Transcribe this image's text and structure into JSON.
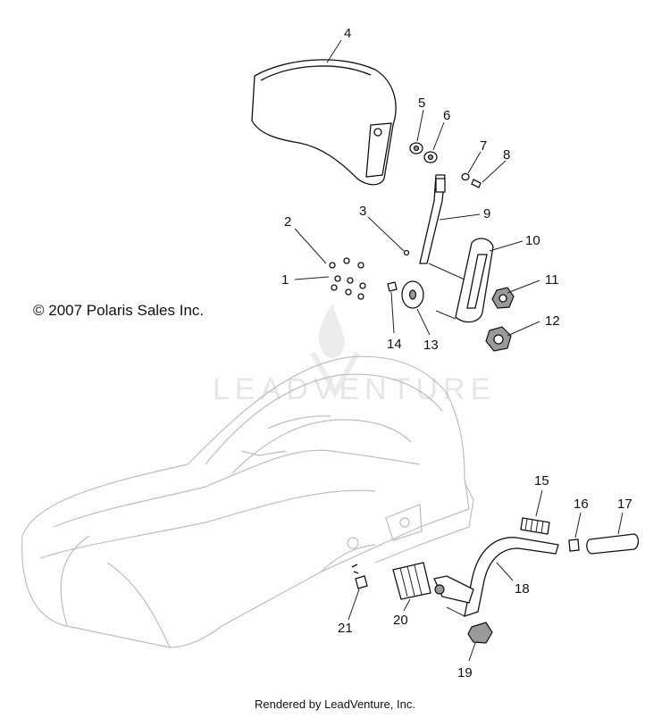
{
  "copyright": "© 2007 Polaris Sales Inc.",
  "footer": "Rendered by LeadVenture, Inc.",
  "watermark": "LEADVENTURE",
  "callouts": {
    "c1": "1",
    "c2": "2",
    "c3": "3",
    "c4": "4",
    "c5": "5",
    "c6": "6",
    "c7": "7",
    "c8": "8",
    "c9": "9",
    "c10": "10",
    "c11": "11",
    "c12": "12",
    "c13": "13",
    "c14": "14",
    "c15": "15",
    "c16": "16",
    "c17": "17",
    "c18": "18",
    "c19": "19",
    "c20": "20",
    "c21": "21"
  }
}
